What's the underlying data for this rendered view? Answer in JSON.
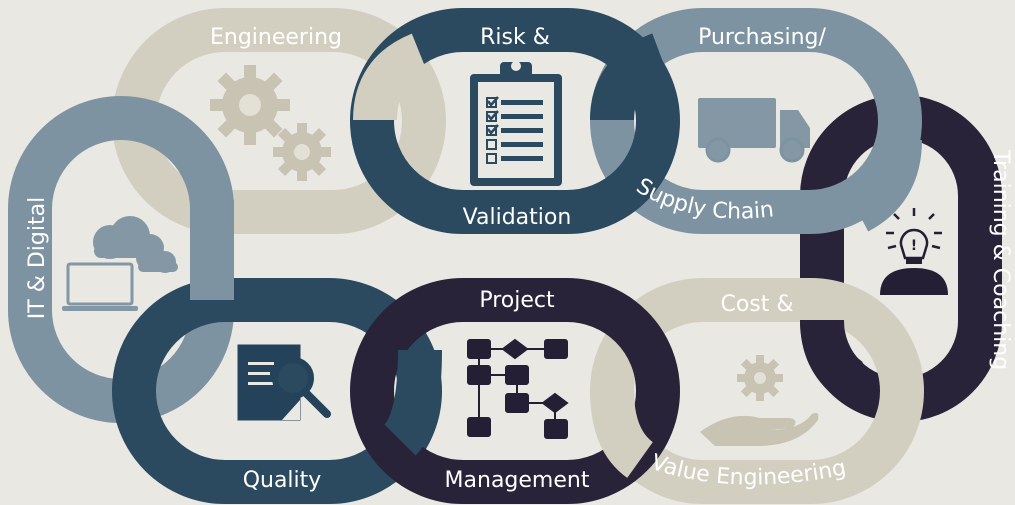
{
  "colors": {
    "background": "#e9e8e3",
    "beige": "#d3cfc0",
    "teal_dark": "#2b4a5f",
    "slate": "#7e93a1",
    "navy": "#292339",
    "icon_beige": "#c8c3b3",
    "icon_slate": "#8397a5",
    "icon_navy": "#241f35"
  },
  "links": {
    "engineering": {
      "label": "Engineering",
      "icon": "gears-icon"
    },
    "risk_validation": {
      "label_top": "Risk &",
      "label_bottom": "Validation",
      "icon": "clipboard-checklist-icon"
    },
    "purchasing": {
      "label_top": "Purchasing/",
      "label_bottom": "Supply Chain",
      "icon": "truck-icon"
    },
    "training": {
      "label": "Training & Coaching",
      "icon": "lightbulb-person-icon"
    },
    "it_digital": {
      "label": "IT & Digital",
      "icon": "cloud-laptop-icon"
    },
    "quality": {
      "label": "Quality",
      "icon": "document-magnifier-icon"
    },
    "project": {
      "label_top": "Project",
      "label_bottom": "Management",
      "icon": "flowchart-icon"
    },
    "cost": {
      "label_top": "Cost &",
      "label_bottom": "Value Engineering",
      "icon": "hand-gear-icon"
    }
  }
}
